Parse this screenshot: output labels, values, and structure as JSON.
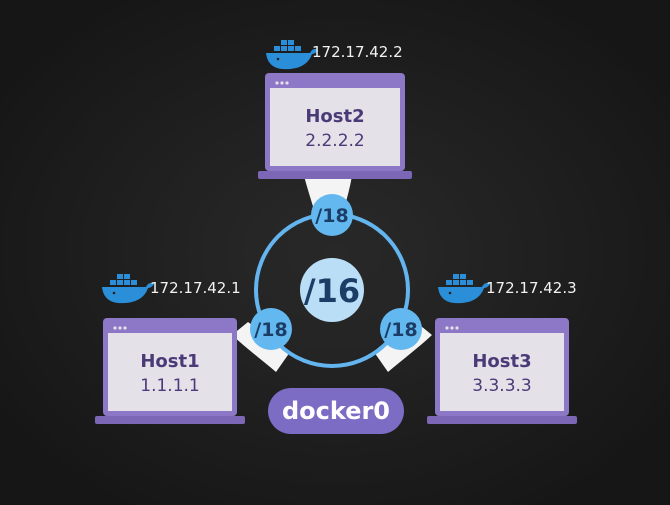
{
  "diagram": {
    "hosts": [
      {
        "name": "Host2",
        "ip": "2.2.2.2",
        "container_ip": "172.17.42.2"
      },
      {
        "name": "Host1",
        "ip": "1.1.1.1",
        "container_ip": "172.17.42.1"
      },
      {
        "name": "Host3",
        "ip": "3.3.3.3",
        "container_ip": "172.17.42.3"
      }
    ],
    "center_subnet": "/16",
    "host_subnet": "/18",
    "bridge_label": "docker0",
    "icons": {
      "container": "docker-whale-icon",
      "host": "laptop-icon"
    },
    "colors": {
      "background": "#1f1f1f",
      "laptop_frame": "#8d78c7",
      "laptop_screen": "#e4e1e8",
      "laptop_base": "#7b67b6",
      "ring": "#64b5ef",
      "badge": "#62b8ef",
      "center": "#b9def6",
      "bridge_pill": "#7c6cc4",
      "whale": "#2a8fd8"
    }
  }
}
